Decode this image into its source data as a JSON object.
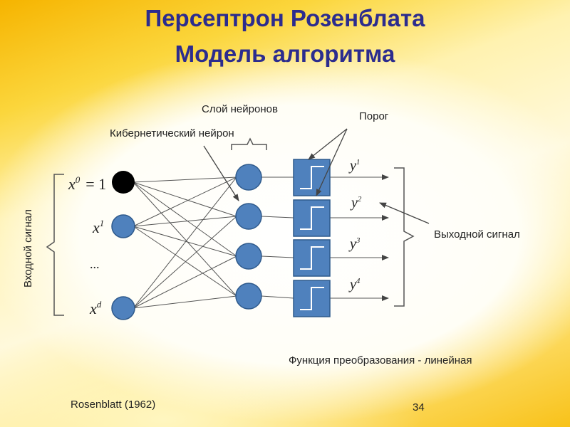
{
  "slide": {
    "title_line1": "Персептрон Розенблата",
    "title_line2": "Модель алгоритма",
    "page_number": "34",
    "citation": "Rosenblatt (1962)"
  },
  "labels": {
    "neuron_layer": "Слой нейронов",
    "threshold": "Порог",
    "cyber_neuron": "Кибернетический нейрон",
    "input_signal": "Входной сигнал",
    "output_signal": "Выходной сигнал",
    "transfer_function": "Функция преобразования - линейная"
  },
  "inputs": [
    {
      "var": "x",
      "sup": "0",
      "suffix": "= 1"
    },
    {
      "var": "x",
      "sup": "1",
      "suffix": ""
    },
    {
      "var": "x",
      "sup": "d",
      "suffix": ""
    }
  ],
  "input_ellipsis": "...",
  "outputs": [
    {
      "var": "y",
      "sup": "1"
    },
    {
      "var": "y",
      "sup": "2"
    },
    {
      "var": "y",
      "sup": "3"
    },
    {
      "var": "y",
      "sup": "4"
    }
  ],
  "colors": {
    "title": "#2c2c8e",
    "node_fill": "#4f81bd",
    "node_stroke": "#2f5a8c",
    "bias_node": "#000000",
    "box_fill": "#4f81bd",
    "line": "#555555"
  }
}
